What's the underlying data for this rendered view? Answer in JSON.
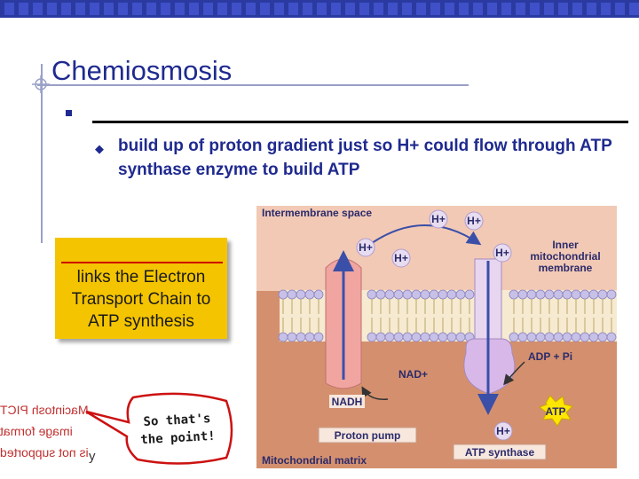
{
  "slide": {
    "title": "Chemiosmosis",
    "sub_bullet": "build up of proton gradient just so H+ could flow through ATP synthase enzyme to build ATP",
    "callout": "links the Electron Transport Chain to ATP synthesis",
    "bubble": [
      "So that's",
      "the point!"
    ],
    "placeholder_lines": [
      "Macintosh PICT",
      "image format",
      "is not supported"
    ],
    "small_letter": "y"
  },
  "figure": {
    "labels": {
      "intermembrane": "Intermembrane space",
      "matrix": "Mitochondrial matrix",
      "inner_membrane": [
        "Inner",
        "mitochondrial",
        "membrane"
      ],
      "proton_pump": "Proton pump",
      "atp_synthase": "ATP synthase",
      "nadh": "NADH",
      "nad": "NAD+",
      "adp": "ADP + Pi",
      "atp": "ATP",
      "hplus": "H+"
    }
  },
  "colors": {
    "title": "#1f2a8f",
    "callout": "#f4c400",
    "intermembrane_bg": "#f2c9b5",
    "matrix_bg": "#d4906e",
    "membrane_head": "#c7c1e8",
    "pump": "#f0a5a0",
    "synthase": "#d7b8e8",
    "atp_star": "#ffe600"
  }
}
